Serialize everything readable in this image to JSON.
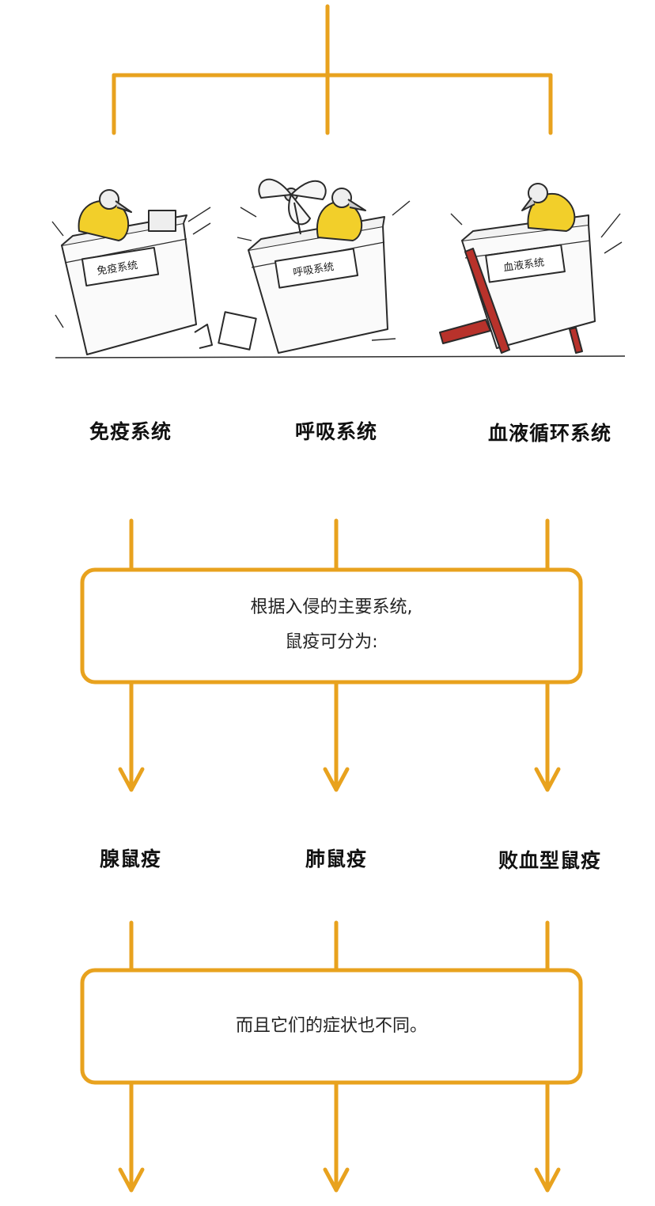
{
  "colors": {
    "connector": "#E8A21E",
    "ink": "#2a2a2a",
    "raincoat": "#F2CF2A",
    "board": "#B8322B"
  },
  "illustrations": [
    {
      "sign": "免疫系统",
      "icon": "desk-figure-immune-icon"
    },
    {
      "sign": "呼吸系统",
      "icon": "desk-figure-respiratory-icon"
    },
    {
      "sign": "血液系统",
      "icon": "desk-figure-blood-icon"
    }
  ],
  "systems": [
    "免疫系统",
    "呼吸系统",
    "血液循环系统"
  ],
  "box1": {
    "line1": "根据入侵的主要系统,",
    "line2": "鼠疫可分为:"
  },
  "types": [
    "腺鼠疫",
    "肺鼠疫",
    "败血型鼠疫"
  ],
  "box2": {
    "line1": "而且它们的症状也不同。"
  }
}
